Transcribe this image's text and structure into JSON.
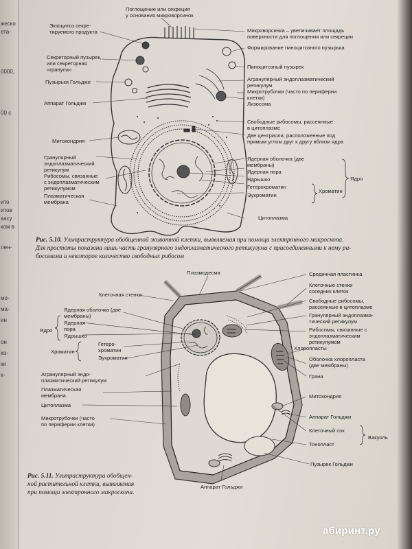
{
  "left_fragments": [
    "жеско",
    "ета-",
    "0000,",
    "00 с",
    "ито",
    "итов",
    "sacy",
    "ком в",
    "лен-",
    "мо-",
    "ма-",
    "ин",
    "он",
    "ка-",
    "ки",
    "к-"
  ],
  "fig510": {
    "labels_left": [
      "Экзоцитоз секре-",
      "тируемого продукта",
      "Секреторный пузырек,",
      "или секреторная",
      "«гранула»",
      "Пузырьки Гольджи",
      "Аппарат Гольджи",
      "Митохондрия",
      "Гранулярный",
      "эндоплазматический",
      "ретикулум",
      "Рибосомы, связанные",
      "с эндоплазматическим",
      "ретикулумом",
      "Плазматическая",
      "мембрана"
    ],
    "labels_top": [
      "Поглощение или секреция",
      "у основания микроворсинок"
    ],
    "labels_right": [
      "Микроворсинка – увеличивает площадь",
      "поверхности для поглощения или секреции",
      "Формирование пиноцитозного пузырька",
      "Пиноцитозный пузырек",
      "Агранулярный эндоплазматический",
      "ретикулум",
      "Микротрубочки (часто по периферии",
      "клетки)",
      "Лизосома",
      "Свободные рибосомы, рассеянные",
      "в цитоплазме",
      "Две центриоли, расположенные под",
      "прямым углом друг к другу вблизи ядра",
      "Ядерная оболочка (две",
      "мембраны)",
      "Ядерная пора",
      "Ядрышко",
      "Гетерохроматин",
      "Эухроматин",
      "Хроматин",
      "Ядро",
      "Цитоплазма"
    ],
    "caption_num": "Рис. 5.10.",
    "caption_text": "Ультраструктура обобщенной животной клетки, выявляемая при помощи электронного микроскопа.",
    "caption_line2": "Для простоты показана лишь часть гранулярного эндоплазматического ретикулума с присоединенными к нему ри-",
    "caption_line3": "босомами и некоторое количество свободных рибосом"
  },
  "fig511": {
    "labels_top": [
      "Плазмодесма",
      "Срединная пластинка"
    ],
    "labels_left": [
      "Клеточная стенка",
      "Ядерная оболочка (две",
      "мембраны)",
      "Ядерная",
      "пора",
      "Ядро",
      "Ядрышко",
      "Гетеро-",
      "хроматин",
      "Хроматин",
      "Эухроматин",
      "Агранулярный эндо-",
      "плазматический ретикулум",
      "Плазматическая",
      "мембрана",
      "Цитоплазма",
      "Микротрубочки (часто",
      "по периферии клетки)"
    ],
    "labels_right": [
      "Клеточные стенки",
      "соседних клеток",
      "Свободные рибосомы,",
      "рассеянные в цитоплазме",
      "Гранулярный эндоплазма-",
      "тический ретикулум",
      "Рибосомы, связанные с",
      "эндоплазматическим",
      "ретикулумом",
      "Хлоропласты",
      "Оболочка хлоропласта",
      "(две мембраны)",
      "Грана",
      "Митохондрия",
      "Аппарат Гольджи",
      "Клеточный сок",
      "Вакуоль",
      "Тонопласт",
      "Пузырек Гольджи"
    ],
    "label_bottom": "Аппарат Гольджи",
    "caption_num": "Рис. 5.11.",
    "caption_lines": [
      "Ультраструктура обобщен-",
      "ной растительной клетки, выявляемая",
      "при помощи электронного микроскопа."
    ]
  },
  "watermark": "абиринт.ру"
}
